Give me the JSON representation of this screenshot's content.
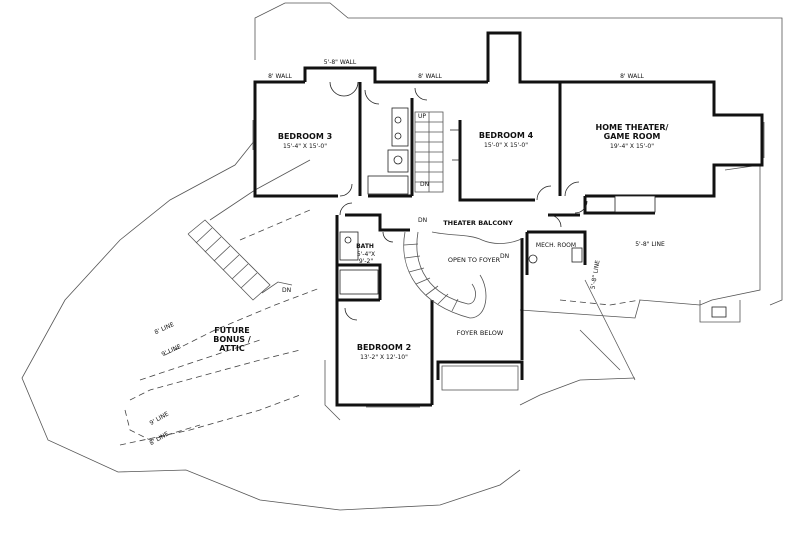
{
  "rooms": {
    "bedroom3": {
      "name": "BEDROOM 3",
      "size": "15'-4\" X 15'-0\""
    },
    "bedroom4": {
      "name": "BEDROOM 4",
      "size": "15'-0\" X 15'-0\""
    },
    "theater": {
      "name_line1": "HOME THEATER/",
      "name_line2": "GAME ROOM",
      "size": "19'-4\" X 15'-0\""
    },
    "bath": {
      "name": "BATH",
      "size_line1": "5'-4\"X",
      "size_line2": "9'-2\""
    },
    "bedroom2": {
      "name": "BEDROOM 2",
      "size": "13'-2\" X 12'-10\""
    },
    "bonus": {
      "line1": "FUTURE",
      "line2": "BONUS /",
      "line3": "ATTIC"
    }
  },
  "labels": {
    "theater_balcony": "THEATER BALCONY",
    "open_to_foyer": "OPEN TO FOYER",
    "foyer_below": "FOYER BELOW",
    "mech_room": "MECH. ROOM",
    "wall_5_8": "5'-8\" WALL",
    "wall_8_left": "8' WALL",
    "wall_8_mid": "8' WALL",
    "wall_8_right": "8' WALL",
    "line_5_8_right": "5'-8\" LINE",
    "line_5_8_vertical": "5'-8\" LINE",
    "line_8_a": "8' LINE",
    "line_9_a": "9' LINE",
    "line_9_b": "9' LINE",
    "line_8_b": "8' LINE",
    "stair_up": "UP",
    "stair_dn_1": "DN",
    "stair_dn_2": "DN",
    "stair_dn_3": "DN",
    "stair_dn_4": "DN"
  }
}
